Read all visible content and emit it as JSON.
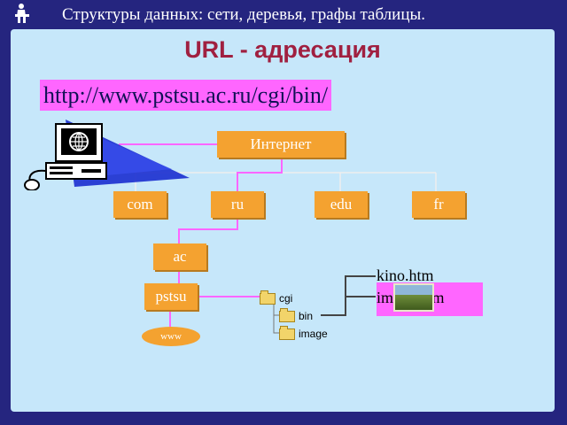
{
  "header": {
    "title": "Структуры данных: сети, деревья, графы таблицы.",
    "icon": "reader-icon"
  },
  "slide": {
    "title": "URL - адресация",
    "url": "http://www.pstsu.ac.ru/cgi/bin/"
  },
  "tree": {
    "root": "Интернет",
    "domains": [
      "com",
      "ru",
      "edu",
      "fr"
    ],
    "second_level": "ac",
    "third_level": "pstsu",
    "host": "www"
  },
  "folders": [
    "cgi",
    "bin",
    "image"
  ],
  "files": [
    "kino.htm",
    "image.htm"
  ],
  "colors": {
    "background": "#25257f",
    "slide": "#c6e7fa",
    "node": "#f4a230",
    "accent": "#ff66ff",
    "title": "#a02040"
  }
}
